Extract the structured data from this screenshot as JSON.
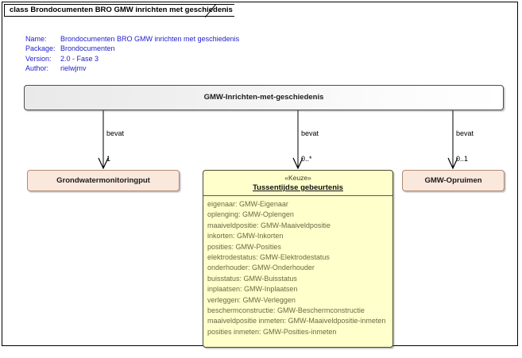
{
  "diagram": {
    "tab_label": "class Brondocumenten BRO GMW inrichten met geschiedenis",
    "meta": {
      "name_key": "Name:",
      "name_value": "Brondocumenten BRO GMW inrichten met geschiedenis",
      "package_key": "Package:",
      "package_value": "Brondocumenten",
      "version_key": "Version:",
      "version_value": "2.0 - Fase 3",
      "author_key": "Author:",
      "author_value": "rielwjmv"
    },
    "colors": {
      "meta_text": "#2222cc",
      "root_fill": "#eeeeee",
      "peach_fill": "#fae8dd",
      "peach_border": "#b08a72",
      "keuze_fill": "#ffffcc",
      "keuze_border": "#4a4a2c",
      "attr_text": "#6a6a44",
      "frame_border": "#000000"
    }
  },
  "classes": {
    "root": {
      "name": "GMW-Inrichten-met-geschiedenis"
    },
    "grondwatermonitoringput": {
      "name": "Grondwatermonitoringput"
    },
    "gmw_opruimen": {
      "name": "GMW-Opruimen"
    },
    "tussentijdse_gebeurtenis": {
      "stereotype": "«Keuze»",
      "name": "Tussentijdse gebeurtenis",
      "attributes": [
        "eigenaar: GMW-Eigenaar",
        "oplenging: GMW-Oplengen",
        "maaiveldpositie: GMW-Maaiveldpositie",
        "inkorten: GMW-Inkorten",
        "posities: GMW-Posities",
        "elektrodestatus: GMW-Elektrodestatus",
        "onderhouder: GMW-Onderhouder",
        "buisstatus: GMW-Buisstatus",
        "inplaatsen: GMW-Inplaatsen",
        "verleggen: GMW-Verleggen",
        "beschermconstructie: GMW-Beschermconstructie",
        "maaiveldpositie inmeten: GMW-Maaiveldpositie-inmeten",
        "posities inmeten: GMW-Posities-inmeten"
      ]
    }
  },
  "connectors": [
    {
      "id": "conn-left",
      "label": "bevat",
      "multiplicity": "1",
      "from": "root",
      "to": "grondwatermonitoringput"
    },
    {
      "id": "conn-middle",
      "label": "bevat",
      "multiplicity": "0..*",
      "from": "root",
      "to": "tussentijdse_gebeurtenis"
    },
    {
      "id": "conn-right",
      "label": "bevat",
      "multiplicity": "0..1",
      "from": "root",
      "to": "gmw_opruimen"
    }
  ]
}
